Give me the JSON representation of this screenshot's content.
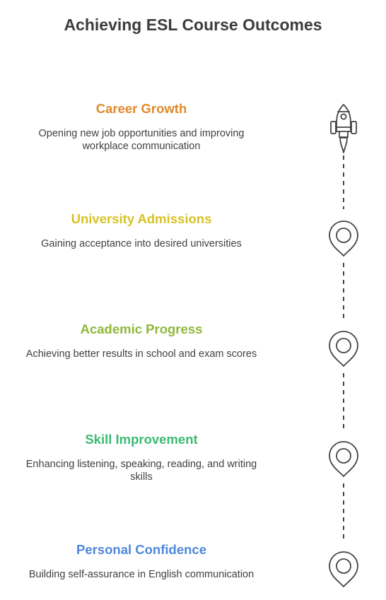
{
  "title": "Achieving ESL Course Outcomes",
  "milestones": [
    {
      "title": "Career Growth",
      "description": "Opening new job opportunities and improving workplace communication",
      "color": "#e08a2c",
      "icon": "rocket-icon"
    },
    {
      "title": "University Admissions",
      "description": "Gaining acceptance into desired universities",
      "color": "#d8c225",
      "icon": "location-pin-icon"
    },
    {
      "title": "Academic Progress",
      "description": "Achieving better results in school and exam scores",
      "color": "#8fb83a",
      "icon": "location-pin-icon"
    },
    {
      "title": "Skill Improvement",
      "description": "Enhancing listening, speaking, reading, and writing skills",
      "color": "#3cba72",
      "icon": "location-pin-icon"
    },
    {
      "title": "Personal Confidence",
      "description": "Building self-assurance in English communication",
      "color": "#4f87d9",
      "icon": "location-pin-icon"
    }
  ]
}
